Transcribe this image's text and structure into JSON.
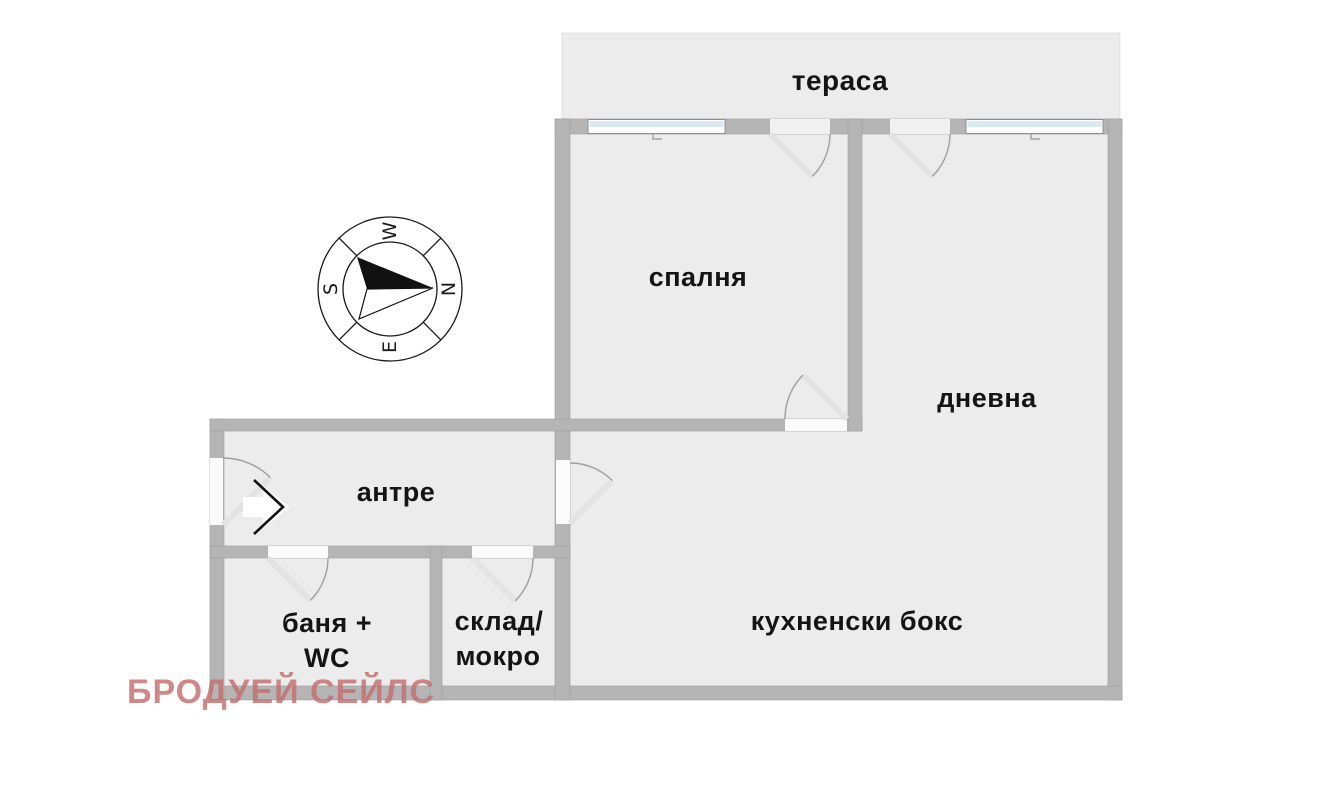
{
  "plan_title": "apartment-floor-plan",
  "rooms": {
    "terrace": {
      "label": "тераса"
    },
    "bedroom": {
      "label": "спалня"
    },
    "living": {
      "label": "дневна"
    },
    "hallway": {
      "label": "антре"
    },
    "bathroom": {
      "line1": "баня +",
      "line2": "WC"
    },
    "storage": {
      "line1": "склад/",
      "line2": "мокро"
    },
    "kitchen": {
      "label": "кухненски бокс"
    }
  },
  "compass": {
    "north": "N",
    "east": "E",
    "south": "S",
    "west": "W"
  },
  "watermark": {
    "text": "БРОДУЕЙ СЕЙЛС",
    "color": "#c56f6f"
  },
  "colors": {
    "wall": "#b5b5b5",
    "floor": "#ececec",
    "window_glass": "#d9eaf2",
    "door_opening": "#f1f1f1",
    "label": "#141414",
    "watermark": "#c56f6f",
    "background": "#ffffff"
  }
}
